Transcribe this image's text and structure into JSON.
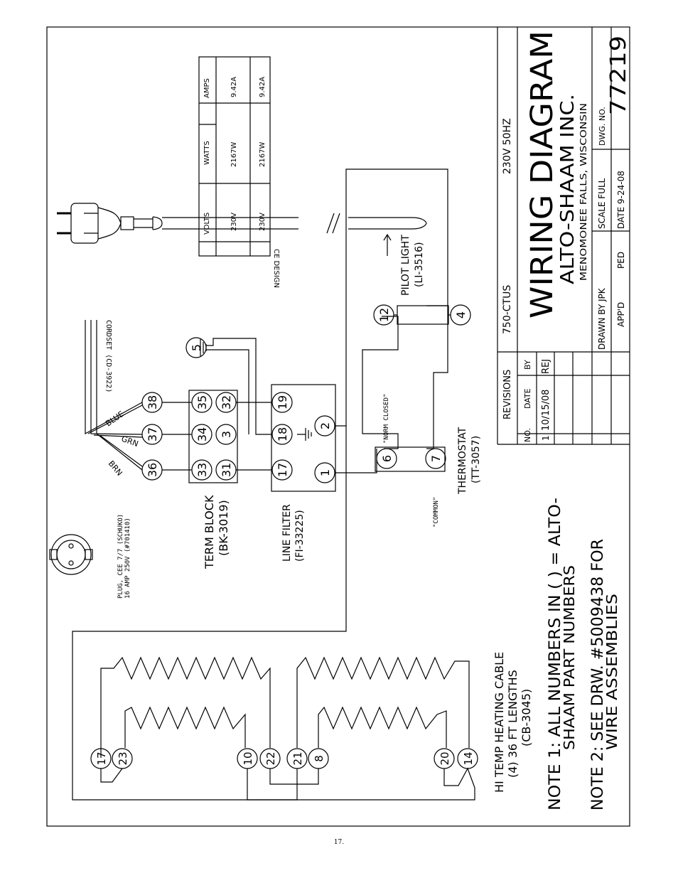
{
  "title_block": {
    "model": "750-CTUS",
    "power": "230V 50HZ",
    "title": "WIRING DIAGRAM",
    "company": "ALTO-SHAAM INC.",
    "location": "MENOMONEE FALLS, WISCONSIN",
    "drawn_by": "DRAWN BY JPK",
    "scale": "SCALE  FULL",
    "dwg_no_label": "DWG. NO.",
    "dwg_no": "77219",
    "appd": "APP'D",
    "ped": "PED",
    "date": "DATE 9-24-08"
  },
  "revisions": {
    "header": "REVISIONS",
    "col_no": "NO.",
    "col_date": "DATE",
    "col_by": "BY",
    "row1_no": "1",
    "row1_date": "10/15/08",
    "row1_by": "REJ"
  },
  "spec_table": {
    "h_design": "CE DESIGN",
    "h_volts": "VOLTS",
    "h_watts": "WATTS",
    "h_amps": "AMPS",
    "r1_volts": "230V",
    "r1_watts": "2167W",
    "r1_amps": "9.42A",
    "r2_volts": "230V",
    "r2_watts": "2167W",
    "r2_amps": "9.42A"
  },
  "labels": {
    "cordset": "CORDSET (CD-3922)",
    "plug_line1": "PLUG, CEE 7/7 (SCHUKO)",
    "plug_line2": "16 AMP 250V (#701410)",
    "blue": "BLUE",
    "grn": "GRN",
    "brn": "BRN",
    "term_block": "TERM BLOCK",
    "term_block_pn": "(BK-3019)",
    "line_filter": "LINE FILTER",
    "line_filter_pn": "(FI-33225)",
    "pilot_light": "PILOT LIGHT",
    "pilot_light_pn": "(LI-3516)",
    "norm_closed": "\"NORM CLOSED\"",
    "common": "\"COMMON\"",
    "thermostat": "THERMOSTAT",
    "thermostat_pn": "(TT-3057)",
    "cable_line1": "HI TEMP HEATING CABLE",
    "cable_line2": "(4) 36 FT LENGTHS",
    "cable_line3": "(CB-3045)",
    "note1_line1": "NOTE 1: ALL NUMBERS IN ( ) = ALTO-",
    "note1_line2": "SHAAM PART NUMBERS",
    "note2_line1": "NOTE 2: SEE DRW. #5009438 FOR",
    "note2_line2": "WIRE ASSEMBLIES"
  },
  "terminals": {
    "t38": "38",
    "t37": "37",
    "t36": "36",
    "t35": "35",
    "t34": "34",
    "t33": "33",
    "t32": "32",
    "t3": "3",
    "t31": "31",
    "t19": "19",
    "t18": "18",
    "t17": "17",
    "t2": "2",
    "t1": "1",
    "t5": "5",
    "t12": "12",
    "t4": "4",
    "t6": "6",
    "t7": "7",
    "h17": "17",
    "h23": "23",
    "h10": "10",
    "h22": "22",
    "h21": "21",
    "h8": "8",
    "h20": "20",
    "h14": "14"
  },
  "page_number": "17."
}
